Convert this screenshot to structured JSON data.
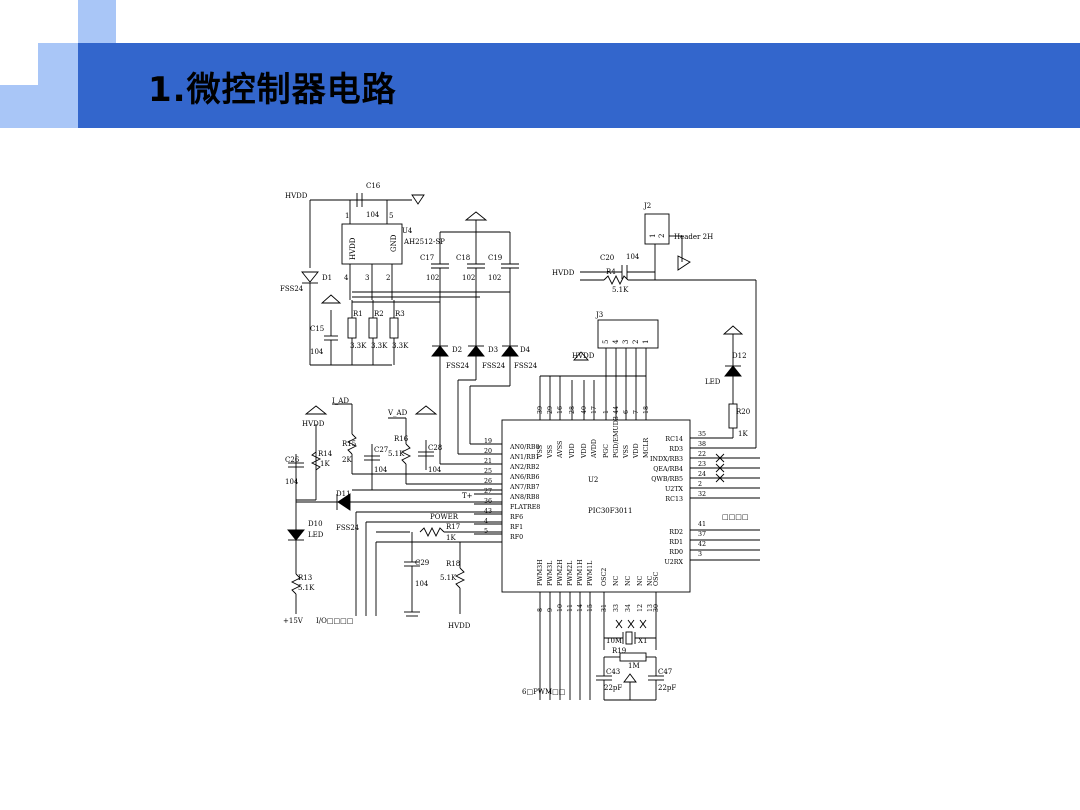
{
  "slide": {
    "title": "1.微控制器电路",
    "colors": {
      "banner": "#3366cc",
      "square_dark": "#5b8ef0",
      "square_light": "#a9c6f7"
    }
  },
  "schematic": {
    "labels": {
      "hvdd_top": "HVDD",
      "c16": "C16",
      "c16_val": "104",
      "u4": "U4",
      "u4_part": "AH2512-SP",
      "u4_hvdd": "HVDD",
      "u4_gnd": "GND",
      "u4_p1": "1",
      "u4_p5": "5",
      "u4_p4": "4",
      "u4_p3": "3",
      "u4_p2": "2",
      "d1": "D1",
      "fss24_d1": "FSS24",
      "c15": "C15",
      "c15_val": "104",
      "r1": "R1",
      "r2": "R2",
      "r3": "R3",
      "r1_val": "3.3K",
      "r2_val": "3.3K",
      "r3_val": "3.3K",
      "c17": "C17",
      "c18": "C18",
      "c19": "C19",
      "c17_val": "102",
      "c18_val": "102",
      "c19_val": "102",
      "d2": "D2",
      "d3": "D3",
      "d4": "D4",
      "fss24_d2": "FSS24",
      "fss24_d3": "FSS24",
      "fss24_d4": "FSS24",
      "j2": "J2",
      "j2_p1": "1",
      "j2_p2": "2",
      "j2_part": "Header 2H",
      "c20": "C20",
      "c20_val": "104",
      "hvdd_r4": "HVDD",
      "r4": "R4",
      "r4_val": "5.1K",
      "j3": "J3",
      "j3_p5": "5",
      "j3_p4": "4",
      "j3_p3": "3",
      "j3_p2": "2",
      "j3_p1": "1",
      "hvdd_mid": "HVDD",
      "d12": "D12",
      "led_d12": "LED",
      "r20": "R20",
      "r20_val": "1K",
      "i_ad": "I_AD",
      "v_ad": "V_AD",
      "hvdd_left": "HVDD",
      "r14": "R14",
      "r14_val": "1K",
      "c26": "C26",
      "c26_val": "104",
      "r15": "R15",
      "r15_val": "2K",
      "c27": "C27",
      "c27_val": "104",
      "r16": "R16",
      "r16_val": "5.1K",
      "c28": "C28",
      "c28_val": "104",
      "d11": "D11",
      "fss24_d11": "FSS24",
      "d10": "D10",
      "led_d10": "LED",
      "power": "POWER",
      "r17": "R17",
      "r17_val": "1K",
      "c29": "C29",
      "c29_val": "104",
      "r18": "R18",
      "r18_val": "5.1K",
      "r13": "R13",
      "r13_val": "5.1K",
      "p15v": "+15V",
      "io_text": "I/O□□□□",
      "hvdd_bottom": "HVDD",
      "u2": "U2",
      "u2_part": "PIC30F3011",
      "t_plus": "T+",
      "pwm_text": "6□PWM□□",
      "box_text": "□□□□",
      "r19m": "10M",
      "x1": "X1",
      "r19": "R19",
      "r19_val": "1M",
      "c43": "C43",
      "c43_val": "22pF",
      "c47": "C47",
      "c47_val": "22pF"
    },
    "left_pins": [
      {
        "num": "19",
        "name": "AN0/RB0"
      },
      {
        "num": "20",
        "name": "AN1/RB1"
      },
      {
        "num": "21",
        "name": "AN2/RB2"
      },
      {
        "num": "25",
        "name": "AN6/RB6"
      },
      {
        "num": "26",
        "name": "AN7/RB7"
      },
      {
        "num": "27",
        "name": "AN8/RB8"
      },
      {
        "num": "36",
        "name": "FLATRE8"
      },
      {
        "num": "43",
        "name": "RF6"
      },
      {
        "num": "4",
        "name": "RF1"
      },
      {
        "num": "5",
        "name": "RF0"
      }
    ],
    "right_pins_top": [
      {
        "num": "35",
        "name": "RC14"
      },
      {
        "num": "38",
        "name": "RD3"
      },
      {
        "num": "22",
        "name": "INDX/RB3"
      },
      {
        "num": "23",
        "name": "QEA/RB4"
      },
      {
        "num": "24",
        "name": "QWB/RB5"
      },
      {
        "num": "2",
        "name": "U2TX"
      },
      {
        "num": "32",
        "name": "RC13"
      }
    ],
    "right_pins_bottom": [
      {
        "num": "41",
        "name": "RD2"
      },
      {
        "num": "37",
        "name": "RD1"
      },
      {
        "num": "42",
        "name": "RD0"
      },
      {
        "num": "3",
        "name": "U2RX"
      }
    ],
    "top_pins": [
      {
        "num": "39",
        "name": "VSS"
      },
      {
        "num": "29",
        "name": "VSS"
      },
      {
        "num": "16",
        "name": "AVSS"
      },
      {
        "num": "28",
        "name": "VDD"
      },
      {
        "num": "40",
        "name": "VDD"
      },
      {
        "num": "17",
        "name": "AVDD"
      },
      {
        "num": "1",
        "name": "PGC"
      },
      {
        "num": "44",
        "name": "PGD/EMUD3"
      },
      {
        "num": "6",
        "name": "VSS"
      },
      {
        "num": "7",
        "name": "VDD"
      },
      {
        "num": "18",
        "name": "MCLR"
      }
    ],
    "bottom_pins": [
      {
        "num": "8",
        "name": "PWM3H"
      },
      {
        "num": "9",
        "name": "PWM3L"
      },
      {
        "num": "10",
        "name": "PWM2H"
      },
      {
        "num": "11",
        "name": "PWM2L"
      },
      {
        "num": "14",
        "name": "PWM1H"
      },
      {
        "num": "15",
        "name": "PWM1L"
      },
      {
        "num": "31",
        "name": "OSC2"
      },
      {
        "num": "33",
        "name": "NC"
      },
      {
        "num": "34",
        "name": "NC"
      },
      {
        "num": "12",
        "name": "NC"
      },
      {
        "num": "13",
        "name": "NC"
      },
      {
        "num": "30",
        "name": "OSC"
      }
    ]
  }
}
